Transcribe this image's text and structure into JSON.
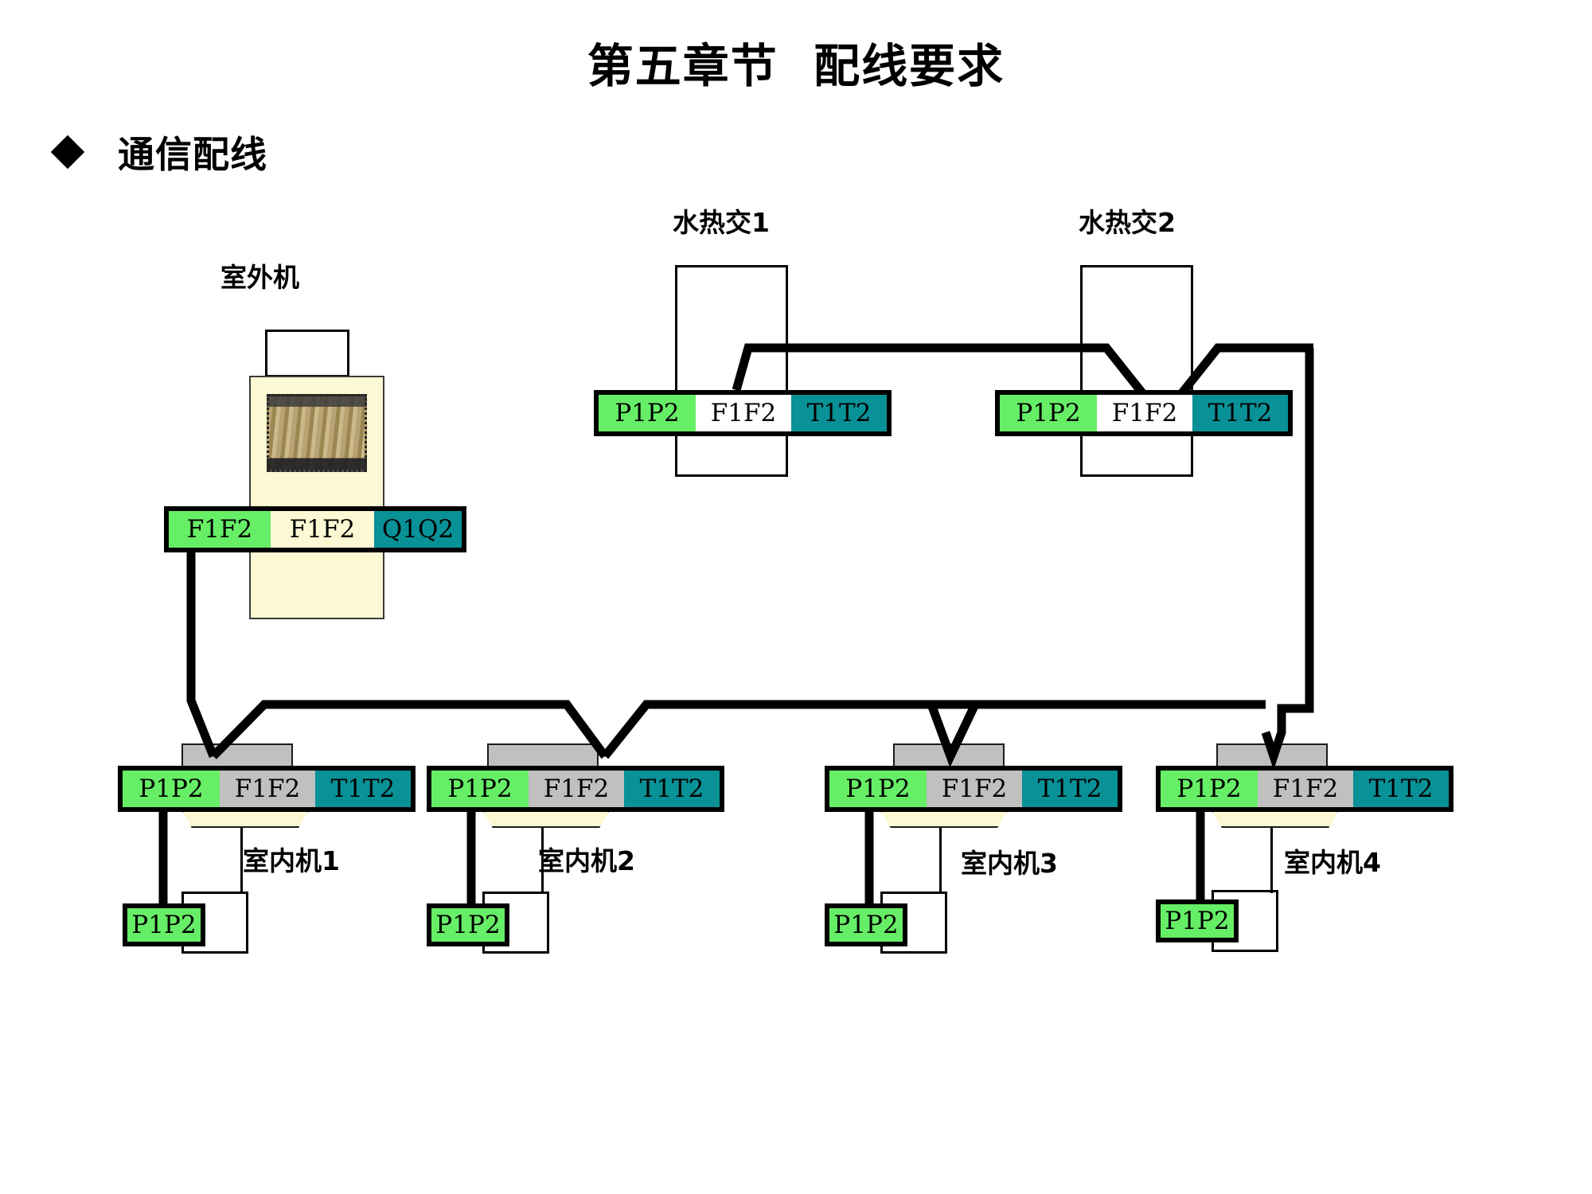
{
  "slide": {
    "title": "第五章节  配线要求",
    "bullet_marker": "diamond-bullet-icon",
    "bullet_label": "通信配线"
  },
  "outdoor_unit": {
    "caption": "室外机",
    "pcb_image": "outdoor-pcb-photo",
    "terminal_block": {
      "name": "outdoor-terminal-block",
      "cells": [
        {
          "label": "F1F2",
          "color": "#66ee66",
          "style": "cell-green",
          "width": 128
        },
        {
          "label": "F1F2",
          "color": "#fbf8d3",
          "style": "cell-cream",
          "width": 130
        },
        {
          "label": "Q1Q2",
          "color": "#089196",
          "style": "cell-teal",
          "width": 122
        }
      ]
    }
  },
  "heat_exchangers": [
    {
      "caption": "水热交1",
      "terminal_block": {
        "name": "hx1-terminal-block",
        "cells": [
          {
            "label": "P1P2",
            "color": "#66ee66",
            "style": "cell-green",
            "width": 122
          },
          {
            "label": "F1F2",
            "color": "#ffffff",
            "style": "cell-white",
            "width": 122
          },
          {
            "label": "T1T2",
            "color": "#089196",
            "style": "cell-teal",
            "width": 122
          }
        ]
      }
    },
    {
      "caption": "水热交2",
      "terminal_block": {
        "name": "hx2-terminal-block",
        "cells": [
          {
            "label": "P1P2",
            "color": "#66ee66",
            "style": "cell-green",
            "width": 122
          },
          {
            "label": "F1F2",
            "color": "#ffffff",
            "style": "cell-white",
            "width": 122
          },
          {
            "label": "T1T2",
            "color": "#089196",
            "style": "cell-teal",
            "width": 122
          }
        ]
      }
    }
  ],
  "indoor_units": [
    {
      "caption": "室内机1",
      "terminal_block": {
        "name": "indoor1-terminal-block",
        "cells": [
          {
            "label": "P1P2",
            "color": "#66ee66",
            "style": "cell-green",
            "width": 122
          },
          {
            "label": "F1F2",
            "color": "#c0c0c0",
            "style": "cell-gray",
            "width": 122
          },
          {
            "label": "T1T2",
            "color": "#089196",
            "style": "cell-teal",
            "width": 122
          }
        ]
      },
      "remote": {
        "label": "P1P2",
        "color": "#66ee66"
      }
    },
    {
      "caption": "室内机2",
      "terminal_block": {
        "name": "indoor2-terminal-block",
        "cells": [
          {
            "label": "P1P2",
            "color": "#66ee66",
            "style": "cell-green",
            "width": 122
          },
          {
            "label": "F1F2",
            "color": "#c0c0c0",
            "style": "cell-gray",
            "width": 122
          },
          {
            "label": "T1T2",
            "color": "#089196",
            "style": "cell-teal",
            "width": 122
          }
        ]
      },
      "remote": {
        "label": "P1P2",
        "color": "#66ee66"
      }
    },
    {
      "caption": "室内机3",
      "terminal_block": {
        "name": "indoor3-terminal-block",
        "cells": [
          {
            "label": "P1P2",
            "color": "#66ee66",
            "style": "cell-green",
            "width": 122
          },
          {
            "label": "F1F2",
            "color": "#c0c0c0",
            "style": "cell-gray",
            "width": 122
          },
          {
            "label": "T1T2",
            "color": "#089196",
            "style": "cell-teal",
            "width": 122
          }
        ]
      },
      "remote": {
        "label": "P1P2",
        "color": "#66ee66"
      }
    },
    {
      "caption": "室内机4",
      "terminal_block": {
        "name": "indoor4-terminal-block",
        "cells": [
          {
            "label": "P1P2",
            "color": "#66ee66",
            "style": "cell-green",
            "width": 122
          },
          {
            "label": "F1F2",
            "color": "#c0c0c0",
            "style": "cell-gray",
            "width": 122
          },
          {
            "label": "T1T2",
            "color": "#089196",
            "style": "cell-teal",
            "width": 122
          }
        ]
      },
      "remote": {
        "label": "P1P2",
        "color": "#66ee66"
      }
    }
  ],
  "palette": {
    "green": "#66ee66",
    "teal": "#089196",
    "gray": "#c0c0c0",
    "cream": "#fbf8d3",
    "white": "#ffffff",
    "wire": "#000000"
  }
}
